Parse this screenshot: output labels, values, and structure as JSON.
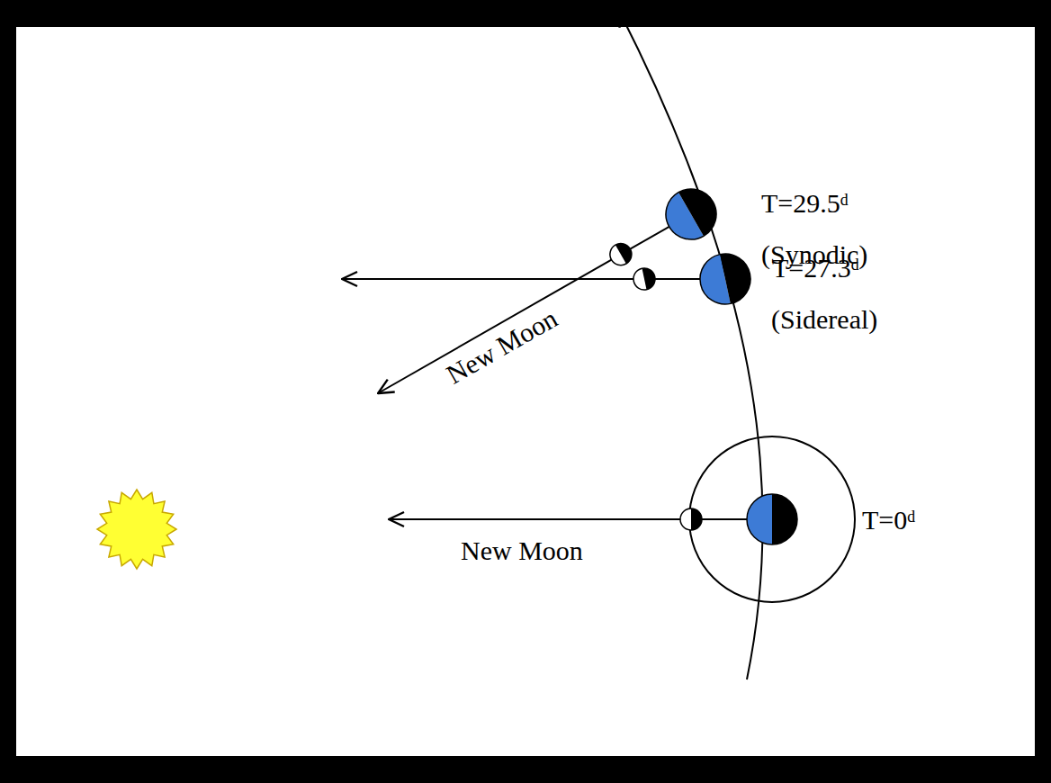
{
  "diagram": {
    "labels": [
      "T=29.5ᵈ",
      "(Synodic)",
      "T=27.3ᵈ",
      "(Sidereal)",
      "New Moon",
      "New Moon",
      "T=0ᵈ"
    ]
  }
}
